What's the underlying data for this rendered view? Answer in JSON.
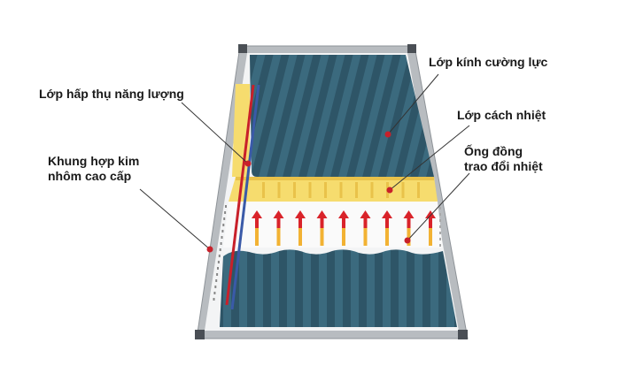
{
  "labels": {
    "tempered_glass": "Lớp kính cường lực",
    "absorber": "Lớp hấp thụ năng lượng",
    "insulation": "Lớp cách nhiệt",
    "frame_line1": "Khung hợp kim",
    "frame_line2": "nhôm cao cấp",
    "copper_line1": "Ống đồng",
    "copper_line2": "trao đổi nhiệt"
  },
  "colors": {
    "glass_panel": "#2e5567",
    "glass_stripe": "#3b6a7e",
    "frame": "#b8bcc0",
    "frame_corner": "#4a4f55",
    "insulation": "#f6dc6e",
    "insulation_dark": "#e9c24a",
    "arrow_red": "#d9232a",
    "arrow_orange": "#f2b233",
    "pipe_red": "#c8202a",
    "pipe_blue": "#3a5aa8",
    "leader_line": "#333333",
    "marker": "#c8202a"
  }
}
